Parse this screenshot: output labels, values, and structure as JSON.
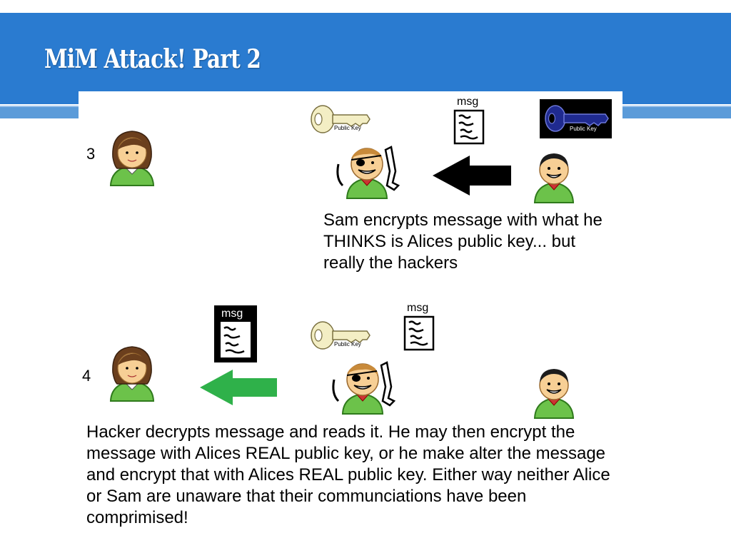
{
  "slide": {
    "title": "MiM Attack! Part 2"
  },
  "step3": {
    "number": "3",
    "hacker_key_label": "Public Key",
    "alice_key_label": "Public Key",
    "msg_label": "msg",
    "caption": "Sam encrypts message with what he THINKS is Alices public key... but really the hackers"
  },
  "step4": {
    "number": "4",
    "msg_label_black": "msg",
    "msg_label_white": "msg",
    "hacker_key_label": "Public Key",
    "caption": "Hacker decrypts message and reads it. He may then encrypt the message with Alices REAL public key, or he make alter the message and encrypt that with Alices REAL public key. Either way neither Alice or Sam are unaware that their communciations have been comprimised!"
  },
  "colors": {
    "header_blue": "#2a7bd0",
    "arrow_black": "#000000",
    "arrow_green": "#2fb14a",
    "shirt_green": "#6cc24a",
    "key_gold": "#f3eec4",
    "key_blue": "#1f2a8f"
  }
}
